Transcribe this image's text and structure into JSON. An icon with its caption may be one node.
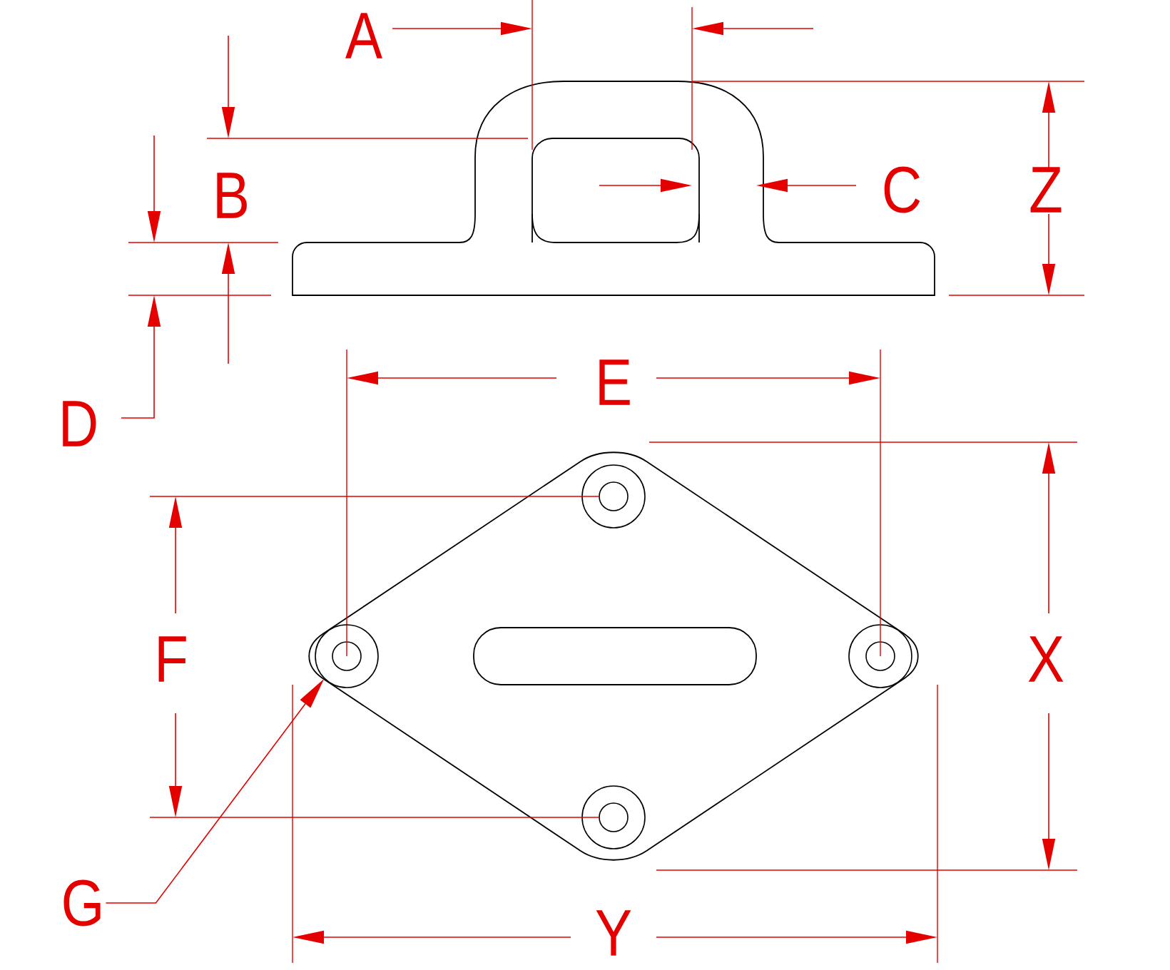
{
  "diagram": {
    "nodes": [
      {
        "text": [],
        "shape": "circle"
      },
      {
        "text": [
          "G"
        ]
      }
    ],
    "edges": [
      {
        "from": 1,
        "to": 0,
        "arrow": "to"
      }
    ],
    "labels": [
      "A",
      "B",
      "C",
      "Z",
      "D",
      "E",
      "F",
      "X",
      "Y"
    ]
  }
}
